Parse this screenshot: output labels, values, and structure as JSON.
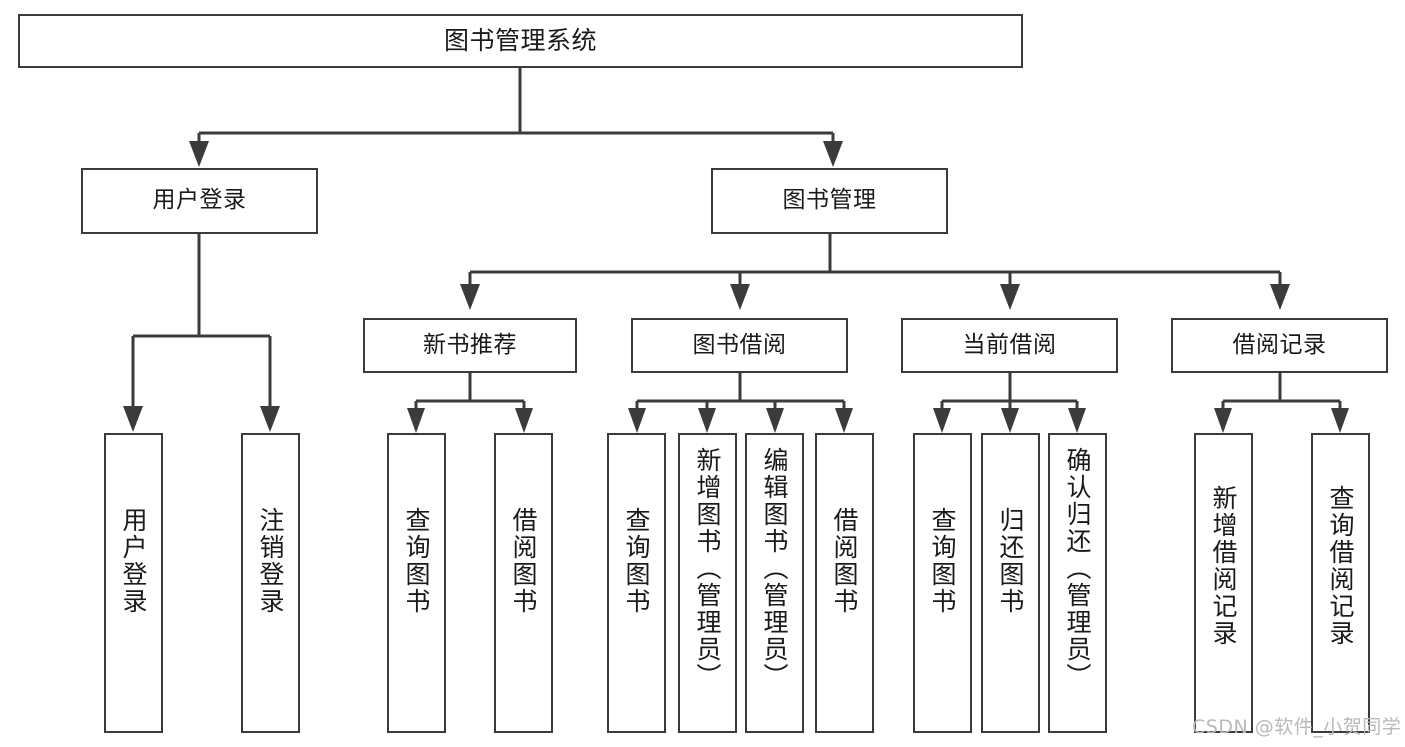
{
  "diagram": {
    "title": "图书管理系统",
    "type": "tree",
    "root": {
      "label": "图书管理系统"
    },
    "level2": [
      {
        "label": "用户登录"
      },
      {
        "label": "图书管理"
      }
    ],
    "level3": [
      {
        "label": "新书推荐"
      },
      {
        "label": "图书借阅"
      },
      {
        "label": "当前借阅"
      },
      {
        "label": "借阅记录"
      }
    ],
    "leaves": {
      "user_login": [
        {
          "label": "用户登录"
        },
        {
          "label": "注销登录"
        }
      ],
      "new_book_recommend": [
        {
          "label": "查询图书"
        },
        {
          "label": "借阅图书"
        }
      ],
      "book_borrow": [
        {
          "label": "查询图书"
        },
        {
          "label": "新增图书（管理员）"
        },
        {
          "label": "编辑图书（管理员）"
        },
        {
          "label": "借阅图书"
        }
      ],
      "current_borrow": [
        {
          "label": "查询图书"
        },
        {
          "label": "归还图书"
        },
        {
          "label": "确认归还（管理员）"
        }
      ],
      "borrow_record": [
        {
          "label": "新增借阅记录"
        },
        {
          "label": "查询借阅记录"
        }
      ]
    }
  },
  "watermark": {
    "text": "CSDN @软件_小贺同学"
  },
  "colors": {
    "border": "#3b3b3b",
    "text": "#1a1a1a",
    "background": "#ffffff",
    "watermark": "#b9b9b9"
  }
}
